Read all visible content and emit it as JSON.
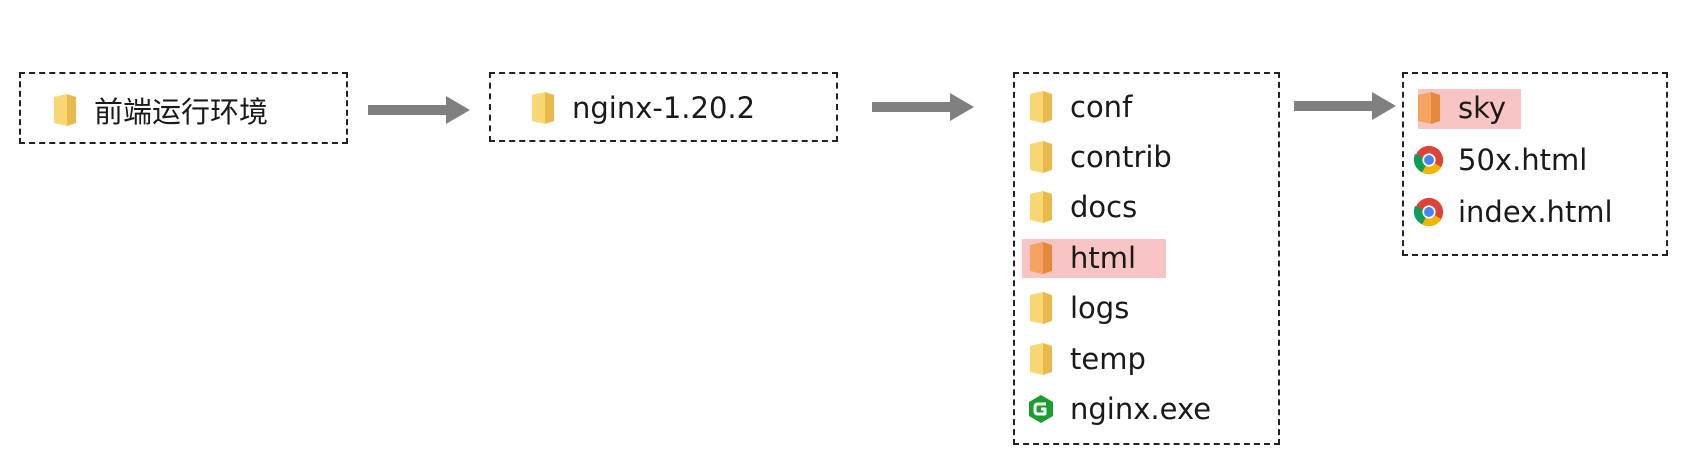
{
  "colors": {
    "border": "#222222",
    "arrow": "#808080",
    "highlight": "#f9c4c4",
    "folder": "#f8d775",
    "folder_highlight": "#f4a460",
    "nginx_green": "#1a9c2e"
  },
  "columns": [
    {
      "items": [
        {
          "label": "前端运行环境",
          "icon": "folder-icon"
        }
      ]
    },
    {
      "items": [
        {
          "label": "nginx-1.20.2",
          "icon": "folder-icon"
        }
      ]
    },
    {
      "items": [
        {
          "label": "conf",
          "icon": "folder-icon"
        },
        {
          "label": "contrib",
          "icon": "folder-icon"
        },
        {
          "label": "docs",
          "icon": "folder-icon"
        },
        {
          "label": "html",
          "icon": "folder-icon",
          "highlighted": true
        },
        {
          "label": "logs",
          "icon": "folder-icon"
        },
        {
          "label": "temp",
          "icon": "folder-icon"
        },
        {
          "label": "nginx.exe",
          "icon": "nginx-icon"
        }
      ]
    },
    {
      "items": [
        {
          "label": "sky",
          "icon": "folder-icon",
          "highlighted": true
        },
        {
          "label": "50x.html",
          "icon": "chrome-icon"
        },
        {
          "label": "index.html",
          "icon": "chrome-icon"
        }
      ]
    }
  ]
}
